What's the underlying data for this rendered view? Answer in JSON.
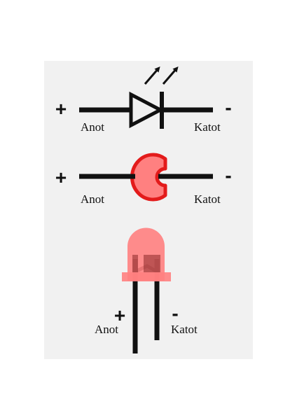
{
  "colors": {
    "panel": "#f1f1f1",
    "line": "#111111",
    "led_red": "#e31b1b",
    "led_fill": "#ff8080"
  },
  "symbol_diagram": {
    "plus": "+",
    "minus": "-",
    "anode_label": "Anot",
    "cathode_label": "Katot"
  },
  "round_diagram": {
    "plus": "+",
    "minus": "-",
    "anode_label": "Anot",
    "cathode_label": "Katot"
  },
  "physical_led": {
    "plus": "+",
    "minus": "-",
    "anode_label": "Anot",
    "cathode_label": "Katot"
  }
}
